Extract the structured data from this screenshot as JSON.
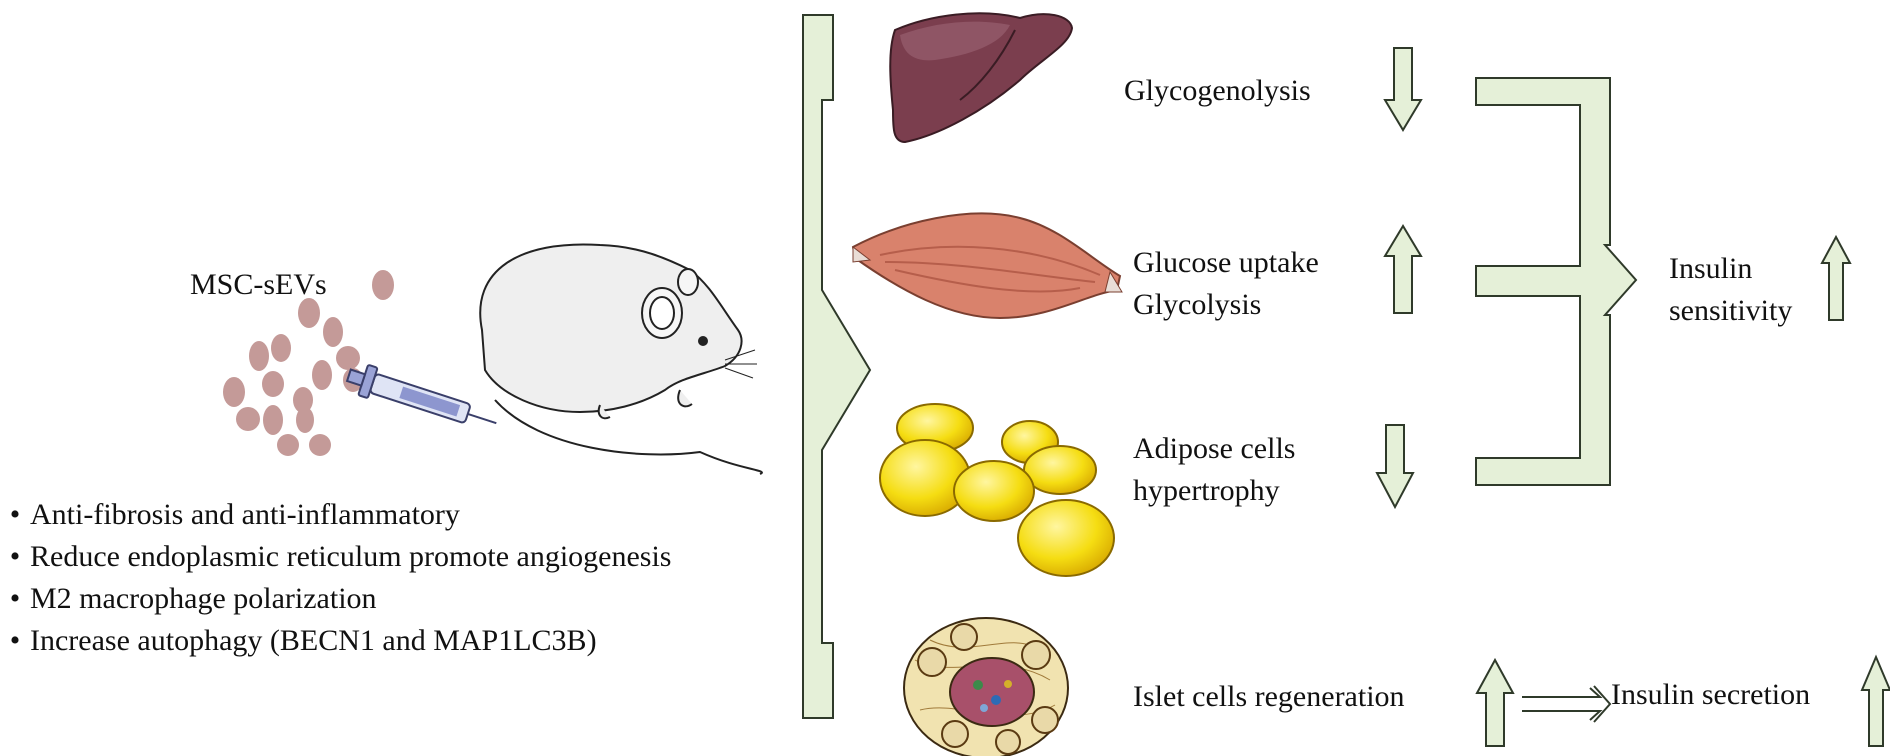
{
  "left": {
    "label": "MSC-sEVs",
    "bullets": [
      "Anti-fibrosis and anti-inflammatory",
      "Reduce endoplasmic  reticulum promote angiogenesis",
      "M2 macrophage  polarization",
      "Increase  autophagy  (BECN1 and MAP1LC3B)"
    ]
  },
  "effects": {
    "liver": {
      "label": "Glycogenolysis",
      "direction": "down"
    },
    "muscle": {
      "line1": "Glucose uptake",
      "line2": "Glycolysis",
      "direction": "up"
    },
    "adipose": {
      "line1": "Adipose cells",
      "line2": "hypertrophy",
      "direction": "down"
    },
    "islet": {
      "label": "Islet cells regeneration",
      "direction": "up"
    }
  },
  "outcomes": {
    "insulin_sensitivity": {
      "line1": "Insulin",
      "line2": "sensitivity",
      "direction": "up"
    },
    "insulin_secretion": {
      "label": "Insulin secretion",
      "direction": "up"
    }
  },
  "colors": {
    "arrow_fill": "#e5f0d8",
    "arrow_stroke": "#2f3a2a",
    "vesicle": "#c49a98",
    "liver": "#7b3e4e",
    "muscle": "#d9826c",
    "fat": "#f5dd12",
    "mouse": "#efefef"
  }
}
